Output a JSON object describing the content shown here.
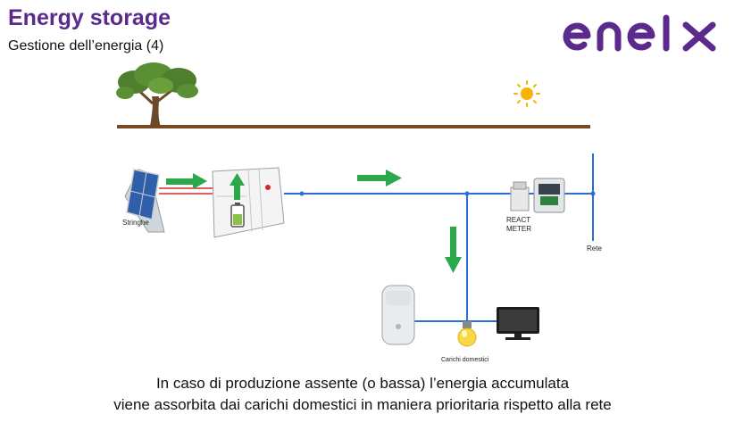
{
  "header": {
    "title": "Energy storage",
    "subtitle": "Gestione dell’energia (4)",
    "logo_text": "enel x"
  },
  "diagram": {
    "labels": {
      "strings": "Stringhe",
      "meter_line1": "REACT",
      "meter_line2": "METER",
      "grid": "Rete",
      "household_loads": "Carichi domestici"
    }
  },
  "caption": {
    "line1": "In caso di produzione assente (o bassa) l’energia accumulata",
    "line2": "viene assorbita dai carichi domestici in maniera prioritaria rispetto alla rete"
  },
  "colors": {
    "brand": "#5b2a8c",
    "arrow": "#2aa84a",
    "wire": "#2a6fd6",
    "ground": "#7a4a22",
    "sun": "#f4b400"
  },
  "icons": [
    "tree-icon",
    "sun-icon",
    "solar-panel-icon",
    "inverter-icon",
    "battery-icon",
    "meter-icon",
    "water-heater-icon",
    "light-bulb-icon",
    "tv-icon"
  ]
}
